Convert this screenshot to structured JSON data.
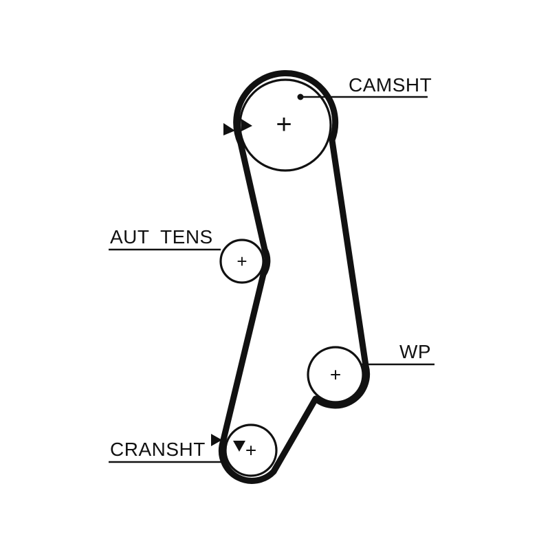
{
  "diagram": {
    "type": "timing-belt-routing",
    "labels": {
      "camshaft": "CAMSHT",
      "auto_tensioner": "AUT  TENS",
      "water_pump": "WP",
      "crankshaft": "CRANSHT"
    },
    "marks": {
      "center": "+"
    },
    "colors": {
      "line": "#111111",
      "background": "#ffffff"
    }
  }
}
